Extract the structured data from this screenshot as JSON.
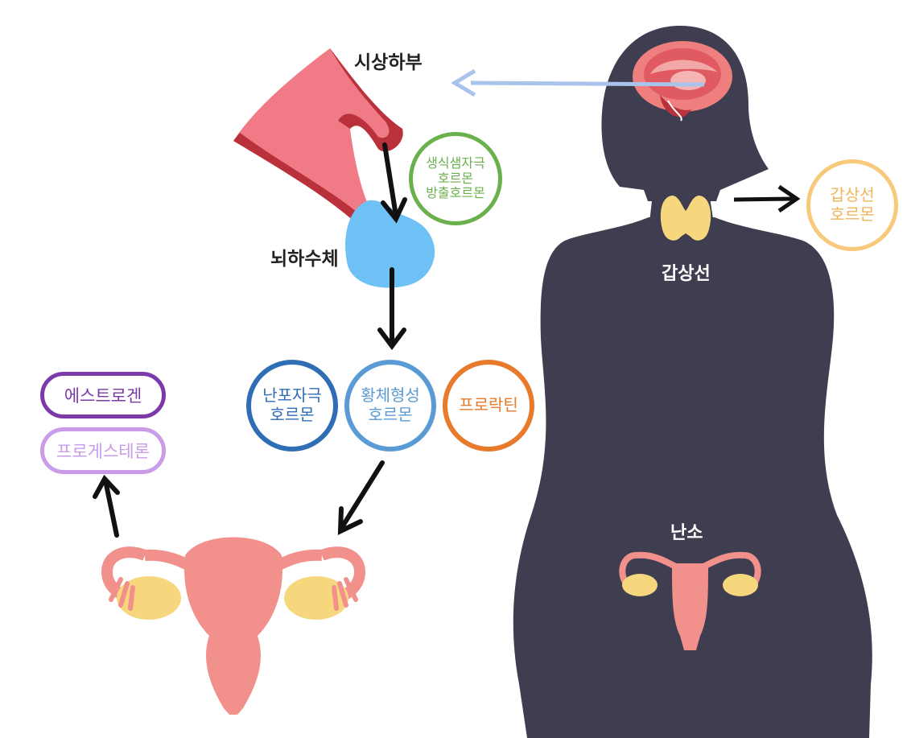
{
  "labels": {
    "hypothalamus": "시상하부",
    "pituitary": "뇌하수체",
    "thyroid": "갑상선",
    "ovary": "난소"
  },
  "hormones": {
    "gnrh": [
      "생식샘자극",
      "호르몬",
      "방출호르몬"
    ],
    "fsh": [
      "난포자극",
      "호르몬"
    ],
    "lh": [
      "황체형성",
      "호르몬"
    ],
    "prolactin": [
      "프로락틴"
    ],
    "thyroid_hormone": [
      "갑상선",
      "호르몬"
    ],
    "estrogen": "에스트로겐",
    "progesterone": "프로게스테론"
  },
  "colors": {
    "silhouette": "#3f3d50",
    "gnrh": "#6ab04c",
    "fsh": "#2f6db5",
    "lh": "#5b9bd5",
    "prolactin": "#e87a2c",
    "thyroid_hormone": "#f8c97a",
    "estrogen": "#7b3aa8",
    "progesterone": "#c99be8",
    "pituitary": "#6ec1f5",
    "hypothalamus": "#f07b86",
    "uterus": "#f2908c",
    "ovary": "#f7d77e",
    "brain_arrow": "#a9c3ea"
  }
}
